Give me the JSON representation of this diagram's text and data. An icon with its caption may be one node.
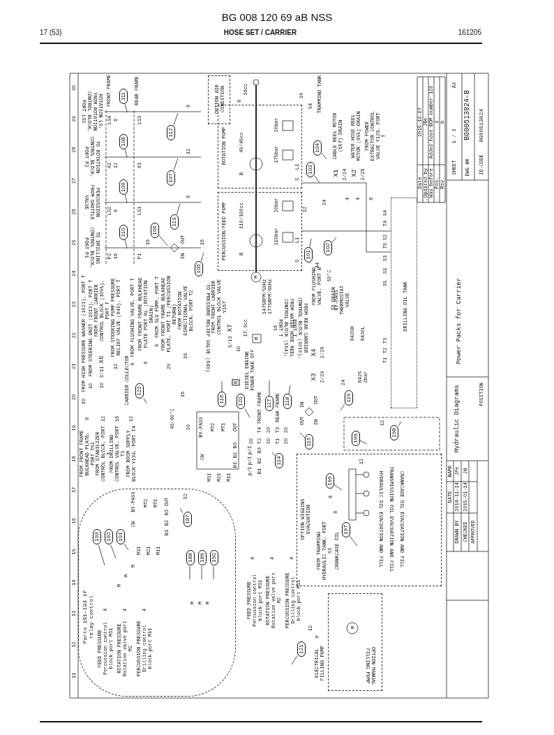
{
  "diagram": {
    "title": "BG 008 120 69 aB NSS",
    "nodes": [
      {
        "text": [
          "OPTION AIR CONDITION"
        ]
      },
      {
        "text": [
          "ROTATION PUMP",
          "40/45cc",
          "20bar",
          "175bar",
          "L1",
          "S",
          "B"
        ]
      },
      {
        "text": [
          "PERCUSSION/FEED PUMP",
          "110/100cc",
          "20bar",
          "210bar",
          "L1",
          "S",
          "B"
        ]
      },
      {
        "text": [
          "DRILLING OIL TANK"
        ]
      },
      {
        "text": [
          "Parts 191-193 if relay control",
          "FEED PRESSURE Percussion control block port M31",
          "ROTATION PRESSURE Rotation valve port M2",
          "PERCUSSION PRESSURE Drilling control block port M11",
          "4",
          "4",
          "4",
          "BY-PASS",
          "MT2",
          "MT1",
          "B3",
          "OUT",
          "B2",
          "B1",
          "CW",
          "M31",
          "M21",
          "M11",
          "S2",
          "M",
          "M",
          "M",
          "M",
          "M",
          "M"
        ]
      },
      {
        "text": [
          "OPTION WIGGINS EVACUATION",
          "FROM TRAMMING HYDRAULIC TANK, PORT S3",
          "CRANKCASE OIL",
          "HYDRAULIC OIL EVACUATION AND FILL",
          "TRANSMISSION OIL EVACUATION AND FILL",
          "CRANKCASE OIL EVACUATION AND FILL",
          "12",
          "8",
          "8"
        ]
      },
      {
        "text": [
          "OPTION MANUAL FILLING PUMP",
          "M"
        ]
      },
      {
        "text": [
          "101"
        ]
      },
      {
        "text": [
          "102"
        ]
      },
      {
        "text": [
          "103"
        ]
      },
      {
        "text": [
          "104"
        ]
      },
      {
        "text": [
          "105"
        ]
      },
      {
        "text": [
          "106"
        ]
      },
      {
        "text": [
          "107"
        ]
      },
      {
        "text": [
          "108"
        ]
      },
      {
        "text": [
          "109"
        ]
      },
      {
        "text": [
          "110"
        ]
      },
      {
        "text": [
          "111"
        ]
      },
      {
        "text": [
          "112"
        ]
      },
      {
        "text": [
          "113"
        ]
      },
      {
        "text": [
          "114"
        ]
      },
      {
        "text": [
          "115"
        ]
      },
      {
        "text": [
          "116"
        ]
      },
      {
        "text": [
          "117"
        ]
      },
      {
        "text": [
          "118"
        ]
      },
      {
        "text": [
          "119"
        ]
      },
      {
        "text": [
          "120"
        ]
      },
      {
        "text": [
          "121"
        ]
      },
      {
        "text": [
          "122"
        ]
      },
      {
        "text": [
          "187"
        ],
        "in": 4
      },
      {
        "text": [
          "188"
        ],
        "in": 4
      },
      {
        "text": [
          "189"
        ],
        "in": 4
      },
      {
        "text": [
          "190"
        ],
        "in": 4
      },
      {
        "text": [
          "191"
        ],
        "in": 4
      },
      {
        "text": [
          "192"
        ],
        "in": 4
      },
      {
        "text": [
          "193"
        ],
        "in": 4
      },
      {
        "text": [
          "196"
        ],
        "in": 5
      },
      {
        "text": [
          "197"
        ],
        "in": 5
      },
      {
        "text": [
          "198"
        ]
      },
      {
        "text": [
          "199"
        ]
      }
    ],
    "edges": [
      {
        "from": 1,
        "to": 3,
        "arrow": "none"
      },
      {
        "from": 2,
        "to": 3,
        "arrow": "none"
      },
      {
        "from": 7,
        "to": null,
        "arrow": "none"
      },
      {
        "from": 8,
        "to": null,
        "arrow": "none"
      },
      {
        "from": 9,
        "to": null,
        "arrow": "none"
      },
      {
        "from": 10,
        "to": null,
        "arrow": "none"
      },
      {
        "from": 11,
        "to": null,
        "arrow": "none"
      },
      {
        "from": 12,
        "to": null,
        "arrow": "none"
      },
      {
        "from": 13,
        "to": null,
        "arrow": "none"
      },
      {
        "from": 14,
        "to": null,
        "arrow": "none"
      },
      {
        "from": 15,
        "to": null,
        "arrow": "none"
      },
      {
        "from": 16,
        "to": null,
        "arrow": "none"
      },
      {
        "from": 17,
        "to": null,
        "arrow": "none"
      },
      {
        "from": 18,
        "to": null,
        "arrow": "none"
      },
      {
        "from": 19,
        "to": null,
        "arrow": "none"
      },
      {
        "from": 20,
        "to": null,
        "arrow": "none"
      },
      {
        "from": 21,
        "to": null,
        "arrow": "none"
      },
      {
        "from": 22,
        "to": null,
        "arrow": "none"
      },
      {
        "from": 23,
        "to": null,
        "arrow": "none"
      },
      {
        "from": 24,
        "to": null,
        "arrow": "none"
      },
      {
        "from": 25,
        "to": null,
        "arrow": "none"
      },
      {
        "from": 26,
        "to": null,
        "arrow": "none"
      },
      {
        "from": 27,
        "to": null,
        "arrow": "none"
      },
      {
        "from": 28,
        "to": null,
        "arrow": "none"
      },
      {
        "from": 29,
        "to": null,
        "arrow": "none"
      },
      {
        "from": 30,
        "to": null,
        "arrow": "none"
      },
      {
        "from": 31,
        "to": null,
        "arrow": "none"
      },
      {
        "from": 32,
        "to": null,
        "arrow": "none"
      },
      {
        "from": 33,
        "to": null,
        "arrow": "none"
      },
      {
        "from": 34,
        "to": null,
        "arrow": "none"
      },
      {
        "from": 35,
        "to": null,
        "arrow": "none"
      },
      {
        "from": 36,
        "to": null,
        "arrow": "none"
      },
      {
        "from": 37,
        "to": null,
        "arrow": "none"
      },
      {
        "from": 38,
        "to": null,
        "arrow": "none"
      },
      {
        "from": 39,
        "to": null,
        "arrow": "none"
      }
    ],
    "labels": [
      "17 (53)",
      "HOSE SET / CARRIER",
      "161205",
      "30",
      "29",
      "28",
      "27",
      "26",
      "25",
      "24",
      "23",
      "22",
      "21",
      "20",
      "19",
      "18",
      "17",
      "16",
      "15",
      "14",
      "13",
      "12",
      "11",
      "ROTATION LS, FROM ROTATION CONTROL BLOCK, PORT LS2",
      "TO ROTATION CONTROL BLOCK, PORT P2",
      "PERCUSSION FROM SHUTTLE VALVE",
      "TO DRILLING CONTROL BLOCK, PORT P1",
      "FRONT FRAME",
      "REAR FRAME",
      "LS4",
      "LS3",
      "X2",
      "X1",
      "LS2",
      "LS1",
      "P2",
      "P1",
      "6",
      "12",
      "6",
      "16",
      "6",
      "12",
      "6",
      "16",
      "16",
      "FROM HIGH PRESSURE WASHER (1021), PORT T",
      "CARRIER COLLECTOR",
      "FROM STEERING UNIT (1013), PORT T",
      "10",
      "10",
      "10",
      "X6",
      "3/11",
      "FROM FRONT CARRIER CONTROL BLOCK (1005), PORT T",
      "FROM STEERING PUMP PRESSURE RELIEF VALVE (643), PORT T",
      "12",
      "FROM FLUSHING VALVE, PORT T",
      "4",
      "FROM FRONT FRAME BULKHEAD PLATE PORT KL (ROTATION DRAIN)",
      "8",
      "FROM SLU PUMP, PORT T",
      "6",
      "FROM FRONT FRAME BULKHEAD PLATE, PORT T1 (PERCUSSION RETURN)",
      "20",
      "FROM ROTATION DIRECTIONAL VALVE BLOCK, PORT T2",
      "16",
      "16cc",
      "8",
      "16",
      "S4",
      "TRAMMING TANK",
      "24",
      "12",
      "44",
      "CABLE REEL MOTOR (657) DRAIN",
      "X1",
      "2/24",
      "WATER HOSE REEL MOTOR (655) DRAIN",
      "X2",
      "2/28",
      "FROM POWER EXTRACTOR CONTROL VALVE Y128, PORT T",
      "4",
      "4",
      "8",
      "S4",
      "T4",
      "S2",
      "T5",
      "S3",
      "S1",
      "S5",
      "T3",
      "T2",
      "T1",
      "FROM FLUSHING VALVE, PORT W",
      "50°C",
      "TO DRAIN",
      "BY-PASS THERMOSTAT VALVE",
      "8420H",
      "8420L",
      "FROM WATER HOSE REEL CONTROL BLOCK (554), PORT T",
      "FROM REAR CARRIER CONTROL BLOCK (1010), PORT T",
      "X4",
      "2/28",
      "X3",
      "2/29",
      "8425 2bar",
      "TO PRESSURE RELIEF VALVE (643)",
      "FROM FRONT CARRIER CONTROL BLOCK VALVE Y167",
      "X7",
      "3/13",
      "1475RPM/50Hz 1775RPM/60Hz",
      "17.3cc",
      "10",
      "16",
      "M",
      "M",
      "DIESEL ENGINE POWER TAKE OFF",
      "45-60°C",
      "8",
      "12",
      "16",
      "12",
      "20",
      "16",
      "FROM FRONT FRAME BULKHEAD PLATE, PORT T51",
      "FROM STABILIZER CONTROL BLOCK, PORT T",
      "FROM DRILLING CONTROL VALVE, PORT T3",
      "FROM BOOM SUPPLY BLOCK Y139, PORT T4",
      "BY-PASS",
      "MT2",
      "MT1",
      "OUT",
      "B3",
      "B2",
      "B1",
      "CW",
      "M31",
      "M21",
      "M11",
      "p/I",
      "p/I",
      "p/I",
      "B3",
      "B2",
      "B1",
      "FEED PRESSURE Percussion control block port M31",
      "ROTATION PRESSURE Rotation valve port M2",
      "PERCUSSION PRESSURE Drilling control block port M11",
      "4",
      "4",
      "4",
      "B",
      "FRONT FRAME",
      "REAR FRAME",
      "T4",
      "20",
      "T3",
      "20",
      "20",
      "T2",
      "20",
      "T1",
      "20",
      "IN",
      "OUT",
      "OUT",
      "IN",
      "24",
      "ELECTRICAL FILLING PUMP",
      "12",
      "P",
      "OUT",
      "IN",
      "Date",
      "Updated by",
      "Was before",
      "Pos.",
      "Rev.",
      "2015-10-07",
      "JBe",
      "Added hose BOM number 120",
      "1",
      "b",
      "SHEET",
      "1 / 3",
      "A3",
      "DWG NR",
      "BG00513824-B",
      "ID-CODE",
      "BG00513824",
      "Power Packs for Carrier",
      "Hydraulic Diagrams",
      "POSITION",
      "NAME",
      "DATE",
      "DRAWN BY",
      "2014-11-14",
      "JPe",
      "CHECKED",
      "2015-01-14",
      "JN",
      "APPROVED",
      "12"
    ]
  }
}
